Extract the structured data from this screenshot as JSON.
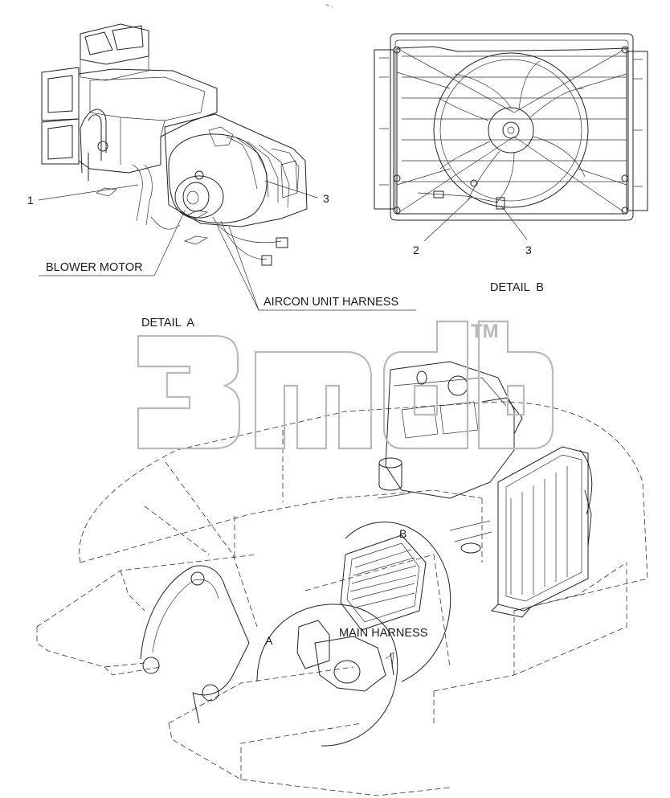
{
  "page_mark": "™ ...",
  "detail_a": {
    "caption": "DETAIL  A",
    "callouts": {
      "item_1": "1",
      "item_3": "3",
      "blower_motor": "BLOWER MOTOR",
      "aircon_unit_harness": "AIRCON UNIT HARNESS"
    }
  },
  "detail_b": {
    "caption": "DETAIL  B",
    "callouts": {
      "item_2": "2",
      "item_3": "3"
    }
  },
  "main_view": {
    "circle_a_label": "A",
    "circle_b_label": "B",
    "main_harness": "MAIN HARNESS"
  },
  "watermark": {
    "text": "3mdb",
    "trademark": "TM",
    "color": "#b9b9b9"
  }
}
